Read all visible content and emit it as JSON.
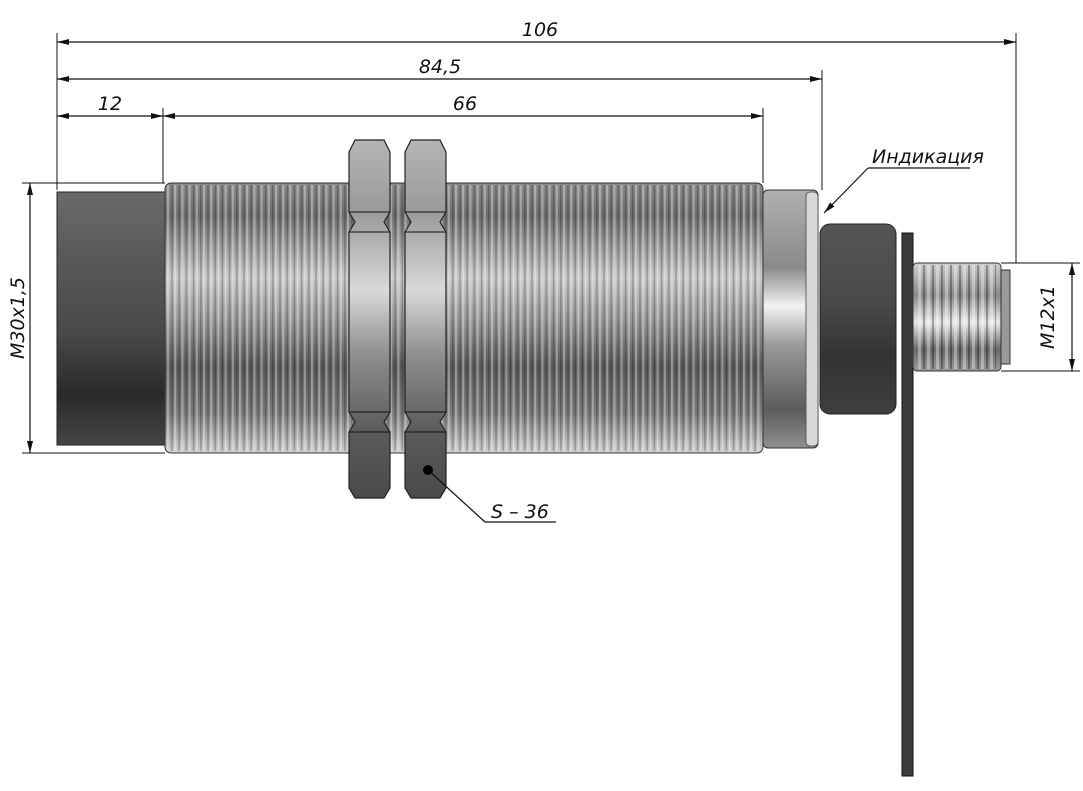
{
  "dimensions": {
    "overall_length": "106",
    "body_length": "84,5",
    "front_length": "12",
    "thread_length": "66",
    "main_thread": "M30x1,5",
    "connector_thread": "M12x1"
  },
  "callouts": {
    "indicator": "Индикация",
    "wrench_size": "S – 36"
  },
  "colors": {
    "line": "#111111",
    "metal_dark": "#3a3a3a",
    "metal_light": "#e6e6e6"
  }
}
